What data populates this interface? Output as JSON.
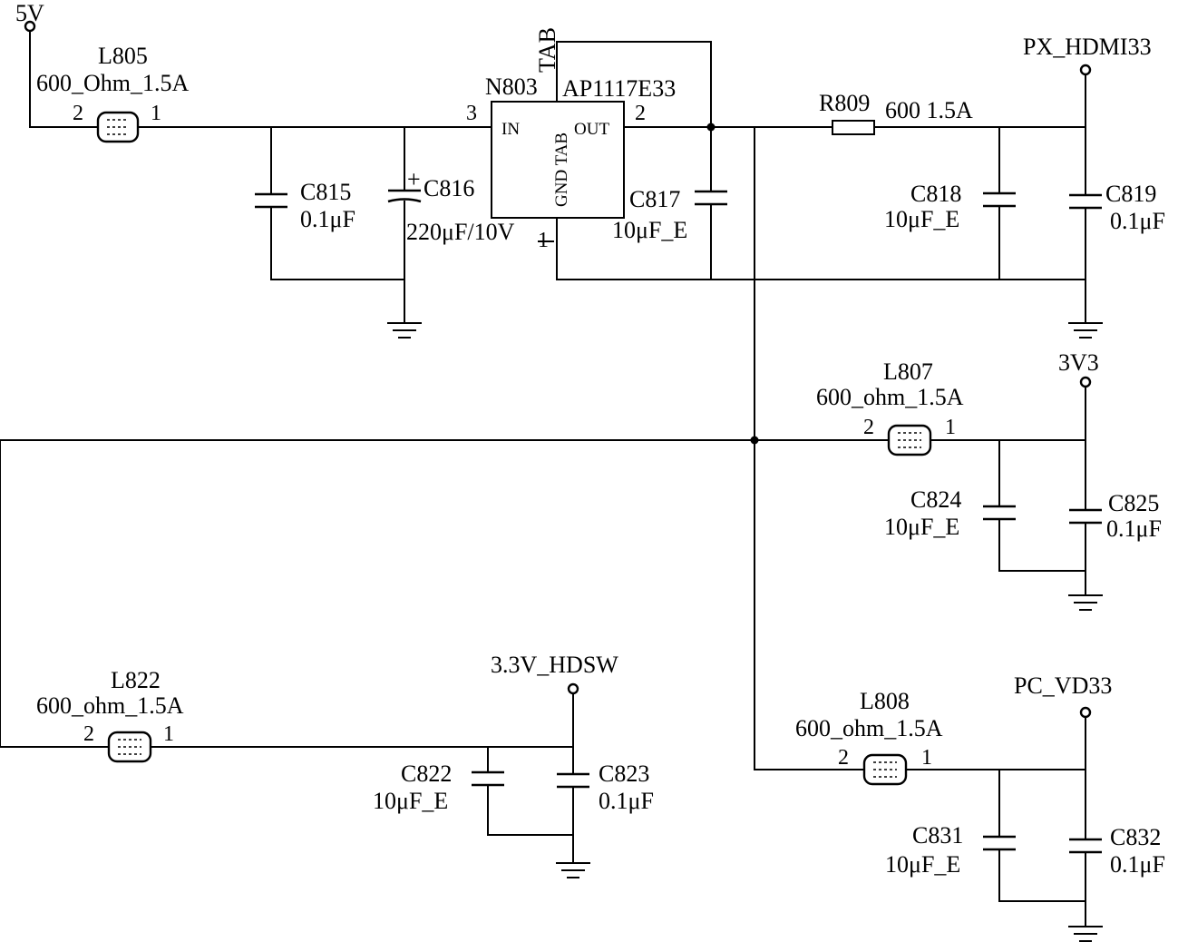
{
  "nets": {
    "vin": "5V",
    "px_hdmi33": "PX_HDMI33",
    "v3v3": "3V3",
    "hdsw": "3.3V_HDSW",
    "pc_vd33": "PC_VD33"
  },
  "regulator": {
    "ref": "N803",
    "part": "AP1117E33",
    "tab_label": "TAB",
    "pin_in": "IN",
    "pin_out": "OUT",
    "pin_gndtab": "GND TAB",
    "pin_in_num": "3",
    "pin_out_num": "2",
    "pin_gnd_num": "1"
  },
  "beads": {
    "L805": {
      "ref": "L805",
      "value": "600_Ohm_1.5A",
      "pin2": "2",
      "pin1": "1"
    },
    "L807": {
      "ref": "L807",
      "value": "600_ohm_1.5A",
      "pin2": "2",
      "pin1": "1"
    },
    "L822": {
      "ref": "L822",
      "value": "600_ohm_1.5A",
      "pin2": "2",
      "pin1": "1"
    },
    "L808": {
      "ref": "L808",
      "value": "600_ohm_1.5A",
      "pin2": "2",
      "pin1": "1"
    }
  },
  "resistor": {
    "ref": "R809",
    "value": "600 1.5A"
  },
  "caps": {
    "C815": {
      "ref": "C815",
      "value": "0.1μF"
    },
    "C816": {
      "ref": "C816",
      "value": "220μF/10V",
      "polarity": "+"
    },
    "C817": {
      "ref": "C817",
      "value": "10μF_E"
    },
    "C818": {
      "ref": "C818",
      "value": "10μF_E"
    },
    "C819": {
      "ref": "C819",
      "value": "0.1μF"
    },
    "C824": {
      "ref": "C824",
      "value": "10μF_E"
    },
    "C825": {
      "ref": "C825",
      "value": "0.1μF"
    },
    "C822": {
      "ref": "C822",
      "value": "10μF_E"
    },
    "C823": {
      "ref": "C823",
      "value": "0.1μF"
    },
    "C831": {
      "ref": "C831",
      "value": "10μF_E"
    },
    "C832": {
      "ref": "C832",
      "value": "0.1μF"
    }
  }
}
